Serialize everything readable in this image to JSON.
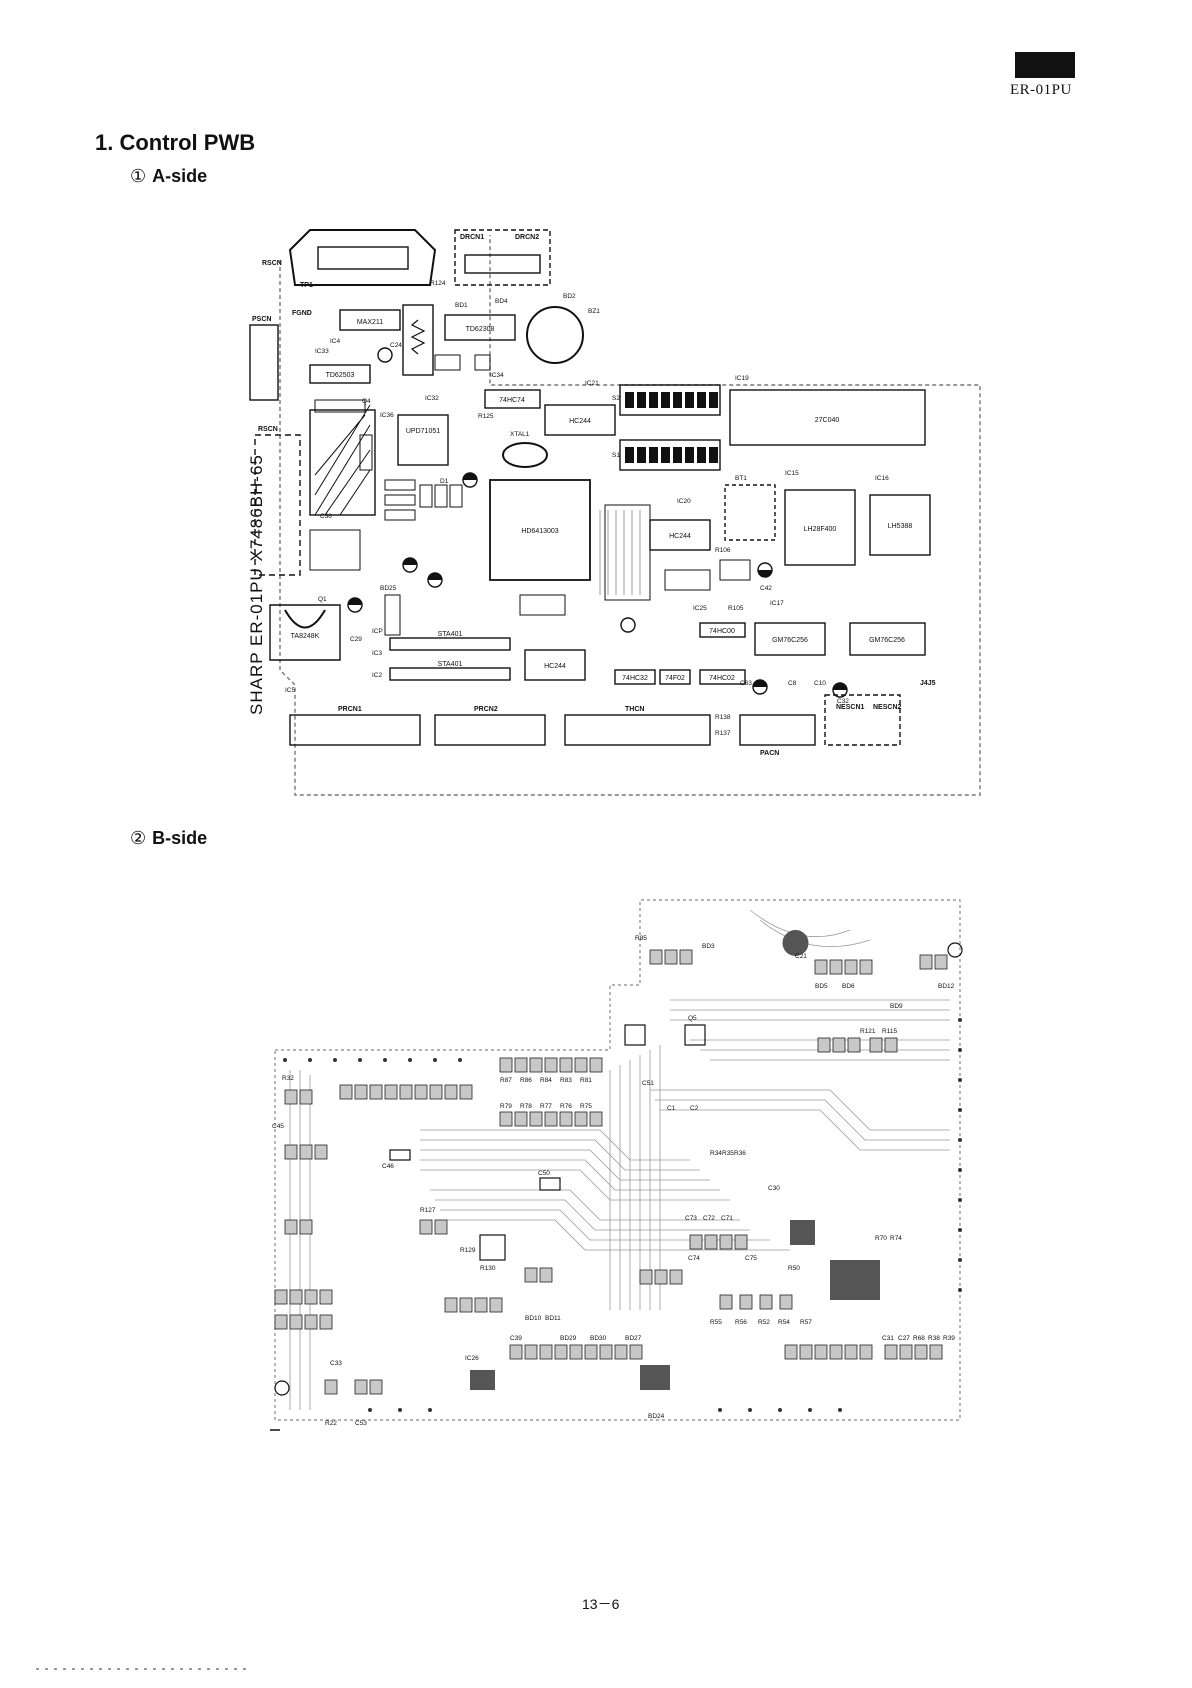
{
  "header": {
    "model": "ER-01PU"
  },
  "section": {
    "title": "1. Control PWB"
  },
  "a_side": {
    "marker": "①",
    "label": "A-side",
    "vertical_label": "SHARP ER-01PU  X7486BH-65",
    "connectors": [
      "RSCN",
      "TP1",
      "FGND",
      "DRCN1",
      "DRCN2",
      "PSCN",
      "RSCN",
      "PRCN1",
      "PRCN2",
      "THCN",
      "PACN",
      "NESCN1",
      "NESCN2",
      "J4J5"
    ],
    "chips": [
      "MAX211",
      "TD62308",
      "TD62503",
      "UPD71051",
      "74HC74",
      "HC244",
      "27C040",
      "HD6413003",
      "HC244",
      "LH28F400",
      "LH5388",
      "TA8248K",
      "STA401",
      "STA401",
      "HC244",
      "74HC32",
      "74F02",
      "74HC02",
      "74HC00",
      "GM76C256",
      "GM76C256"
    ],
    "parts": [
      "IC4",
      "IC33",
      "IC34",
      "IC36",
      "IC32",
      "IC19",
      "IC21",
      "IC20",
      "IC15",
      "IC16",
      "IC17",
      "IC25",
      "IC3",
      "IC2",
      "IC5",
      "ICP",
      "Q1",
      "Q4",
      "BZ1",
      "BT1",
      "XTAL1",
      "BD1",
      "BD2",
      "BD4",
      "BD25",
      "C24",
      "C36",
      "C29",
      "C42",
      "C63",
      "C8",
      "C10",
      "C32",
      "R124",
      "R125",
      "R105",
      "R106",
      "R137",
      "R138",
      "S1",
      "S2",
      "D1"
    ]
  },
  "b_side": {
    "marker": "②",
    "label": "B-side",
    "parts": [
      "R85",
      "BD3",
      "C21",
      "BD5",
      "BD6",
      "BD12",
      "BD9",
      "R121",
      "R115",
      "Q5",
      "C51",
      "C1",
      "C2",
      "R34",
      "R35",
      "R36",
      "C46",
      "C45",
      "C50",
      "C30",
      "C73",
      "C72",
      "C71",
      "C74",
      "C75",
      "R55",
      "R56",
      "R52",
      "R54",
      "R57",
      "R50",
      "C31",
      "C27",
      "R68",
      "R38",
      "R39",
      "R70",
      "R74",
      "R32",
      "R22",
      "C33",
      "C53",
      "R87",
      "R86",
      "R84",
      "R83",
      "R81",
      "R79",
      "R78",
      "R77",
      "R76",
      "R75",
      "R127",
      "R129",
      "R130",
      "IC26",
      "C39",
      "BD24",
      "BD27",
      "BD29",
      "BD30",
      "BD10",
      "BD11"
    ]
  },
  "footer": {
    "page": "13－6"
  },
  "colors": {
    "ink": "#111111",
    "trace_gray": "#8a8a8a",
    "paper": "#ffffff"
  }
}
